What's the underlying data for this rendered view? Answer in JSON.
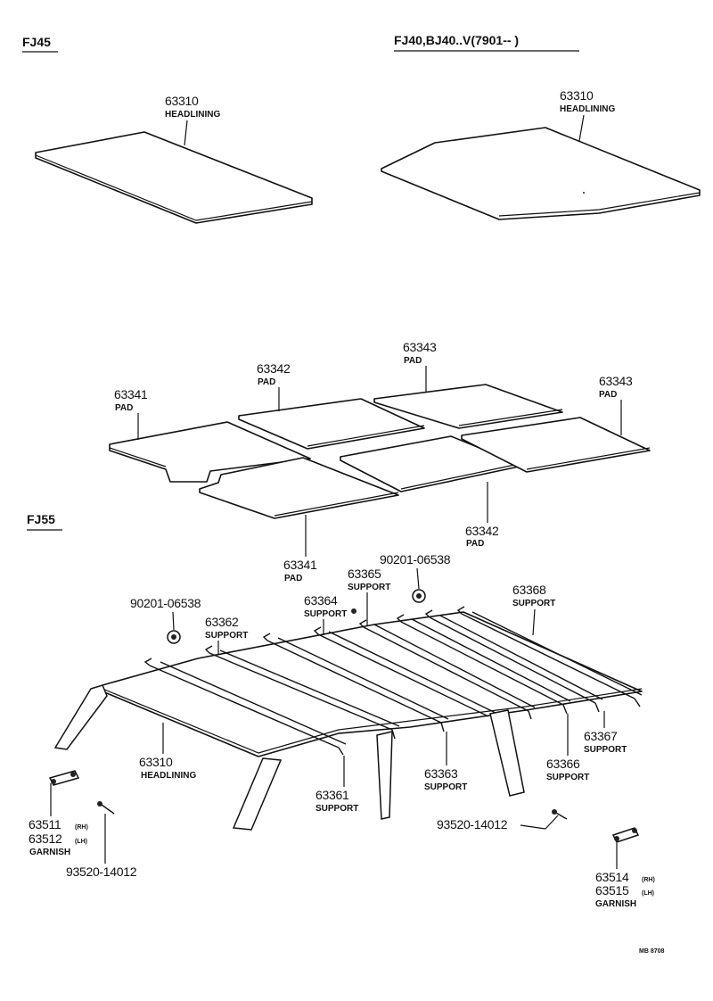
{
  "sections": {
    "fj45": "FJ45",
    "fj40": "FJ40,BJ40..V(7901--      )",
    "fj55": "FJ55"
  },
  "callouts": {
    "hl_fj45": {
      "part": "63310",
      "name": "HEADLINING"
    },
    "hl_fj40": {
      "part": "63310",
      "name": "HEADLINING"
    },
    "pad_63343_top": {
      "part": "63343",
      "name": "PAD"
    },
    "pad_63342_top": {
      "part": "63342",
      "name": "PAD"
    },
    "pad_63343_right": {
      "part": "63343",
      "name": "PAD"
    },
    "pad_63341_left": {
      "part": "63341",
      "name": "PAD"
    },
    "pad_63342_bottom": {
      "part": "63342",
      "name": "PAD"
    },
    "pad_63341_bottom": {
      "part": "63341",
      "name": "PAD"
    },
    "clip_right": {
      "part": "90201-06538"
    },
    "support_63365": {
      "part": "63365",
      "name": "SUPPORT"
    },
    "support_63368": {
      "part": "63368",
      "name": "SUPPORT"
    },
    "clip_left": {
      "part": "90201-06538"
    },
    "support_63364": {
      "part": "63364",
      "name": "SUPPORT"
    },
    "support_63362": {
      "part": "63362",
      "name": "SUPPORT"
    },
    "support_63367": {
      "part": "63367",
      "name": "SUPPORT"
    },
    "hl_fj55": {
      "part": "63310",
      "name": "HEADLINING"
    },
    "support_63366": {
      "part": "63366",
      "name": "SUPPORT"
    },
    "support_63363": {
      "part": "63363",
      "name": "SUPPORT"
    },
    "support_63361": {
      "part": "63361",
      "name": "SUPPORT"
    },
    "garnish_front": {
      "part_rh": "63511",
      "rh": "(RH)",
      "part_lh": "63512",
      "lh": "(LH)",
      "name": "GARNISH"
    },
    "screw_right": {
      "part": "93520-14012"
    },
    "screw_left": {
      "part": "93520-14012"
    },
    "garnish_rear": {
      "part_rh": "63514",
      "rh": "(RH)",
      "part_lh": "63515",
      "lh": "(LH)",
      "name": "GARNISH"
    }
  },
  "footer": {
    "code": "MB 8708"
  }
}
